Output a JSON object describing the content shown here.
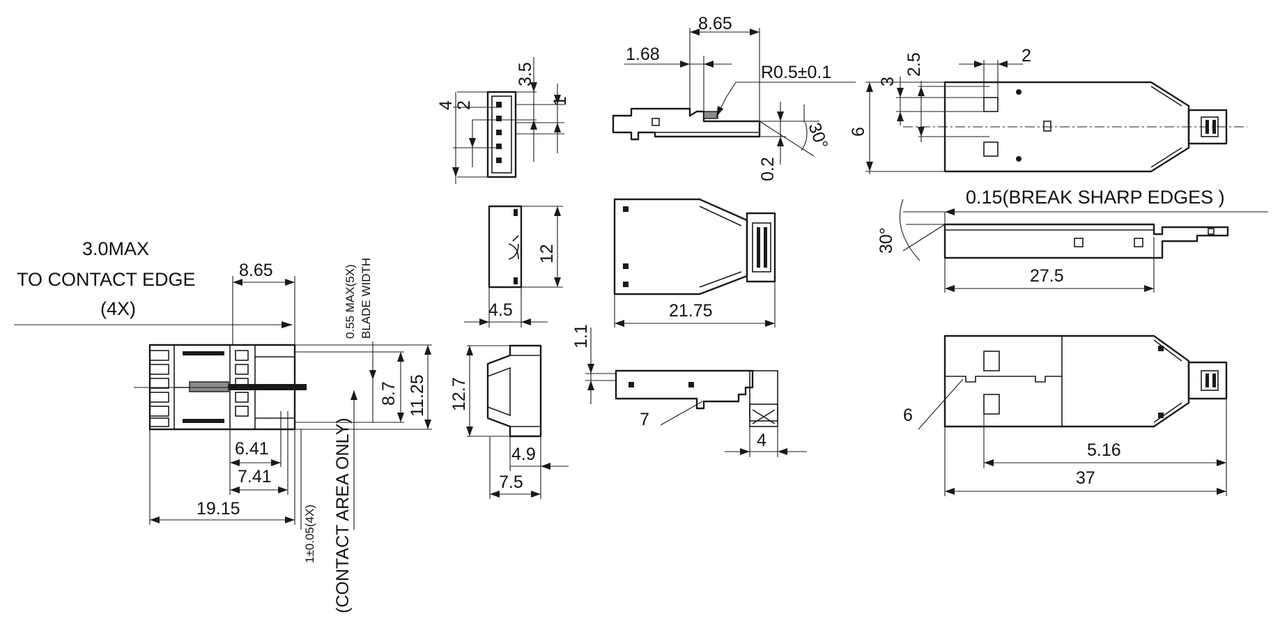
{
  "dimensions": {
    "max_note": "3.0MAX",
    "contact_edge": "TO CONTACT EDGE",
    "qty_4x": "(4X)",
    "d_8_65": "8.65",
    "blade": "0.55 MAX(5X)",
    "blade_width": "BLADE WIDTH",
    "d_8_7": "8.7",
    "d_11_25": "11.25",
    "d_6_41": "6.41",
    "d_7_41": "7.41",
    "d_19_15": "19.15",
    "tol": "1±0.05(4X)",
    "contact_only": "(CONTACT AREA ONLY)",
    "d_3_5": "3.5",
    "d_4": "4",
    "d_2": "2",
    "d_1": "1",
    "d_12": "12",
    "d_4_5": "4.5",
    "d_1_1": "1.1",
    "d_12_7": "12.7",
    "d_4_9": "4.9",
    "d_7_5": "7.5",
    "d_1_68": "1.68",
    "radius": "R0.5±0.1",
    "d_0_2": "0.2",
    "angle": "30°",
    "d_21_75": "21.75",
    "d_7": "7",
    "d_2_5": "2.5",
    "d_3": "3",
    "d_6": "6",
    "break_edges": "0.15(BREAK SHARP EDGES )",
    "d_27_5": "27.5",
    "d_5_16": "5.16",
    "d_37": "37"
  }
}
